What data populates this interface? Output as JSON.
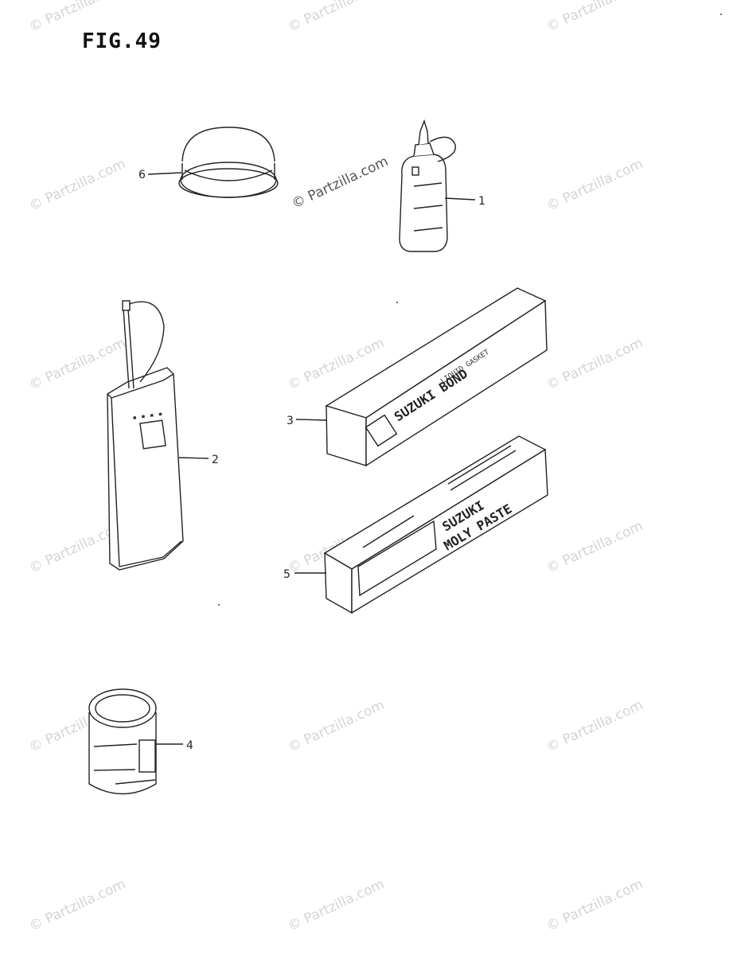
{
  "figure": {
    "title": "FIG.49"
  },
  "watermark": {
    "text": "© Partzilla.com",
    "emphasized_text": "© Partzilla.com"
  },
  "callouts": [
    {
      "number": "1",
      "part": "oil-bottle"
    },
    {
      "number": "2",
      "part": "oil-can-with-spout"
    },
    {
      "number": "3",
      "part": "suzuki-bond-box"
    },
    {
      "number": "4",
      "part": "paint-tin"
    },
    {
      "number": "5",
      "part": "moly-paste-box"
    },
    {
      "number": "6",
      "part": "grease-container"
    }
  ],
  "packaging": {
    "bond_box_line1": "LIQUID GASKET",
    "bond_box_line2": "SUZUKI BOND",
    "paste_box_line1": "SUZUKI",
    "paste_box_line2": "MOLY PASTE"
  }
}
